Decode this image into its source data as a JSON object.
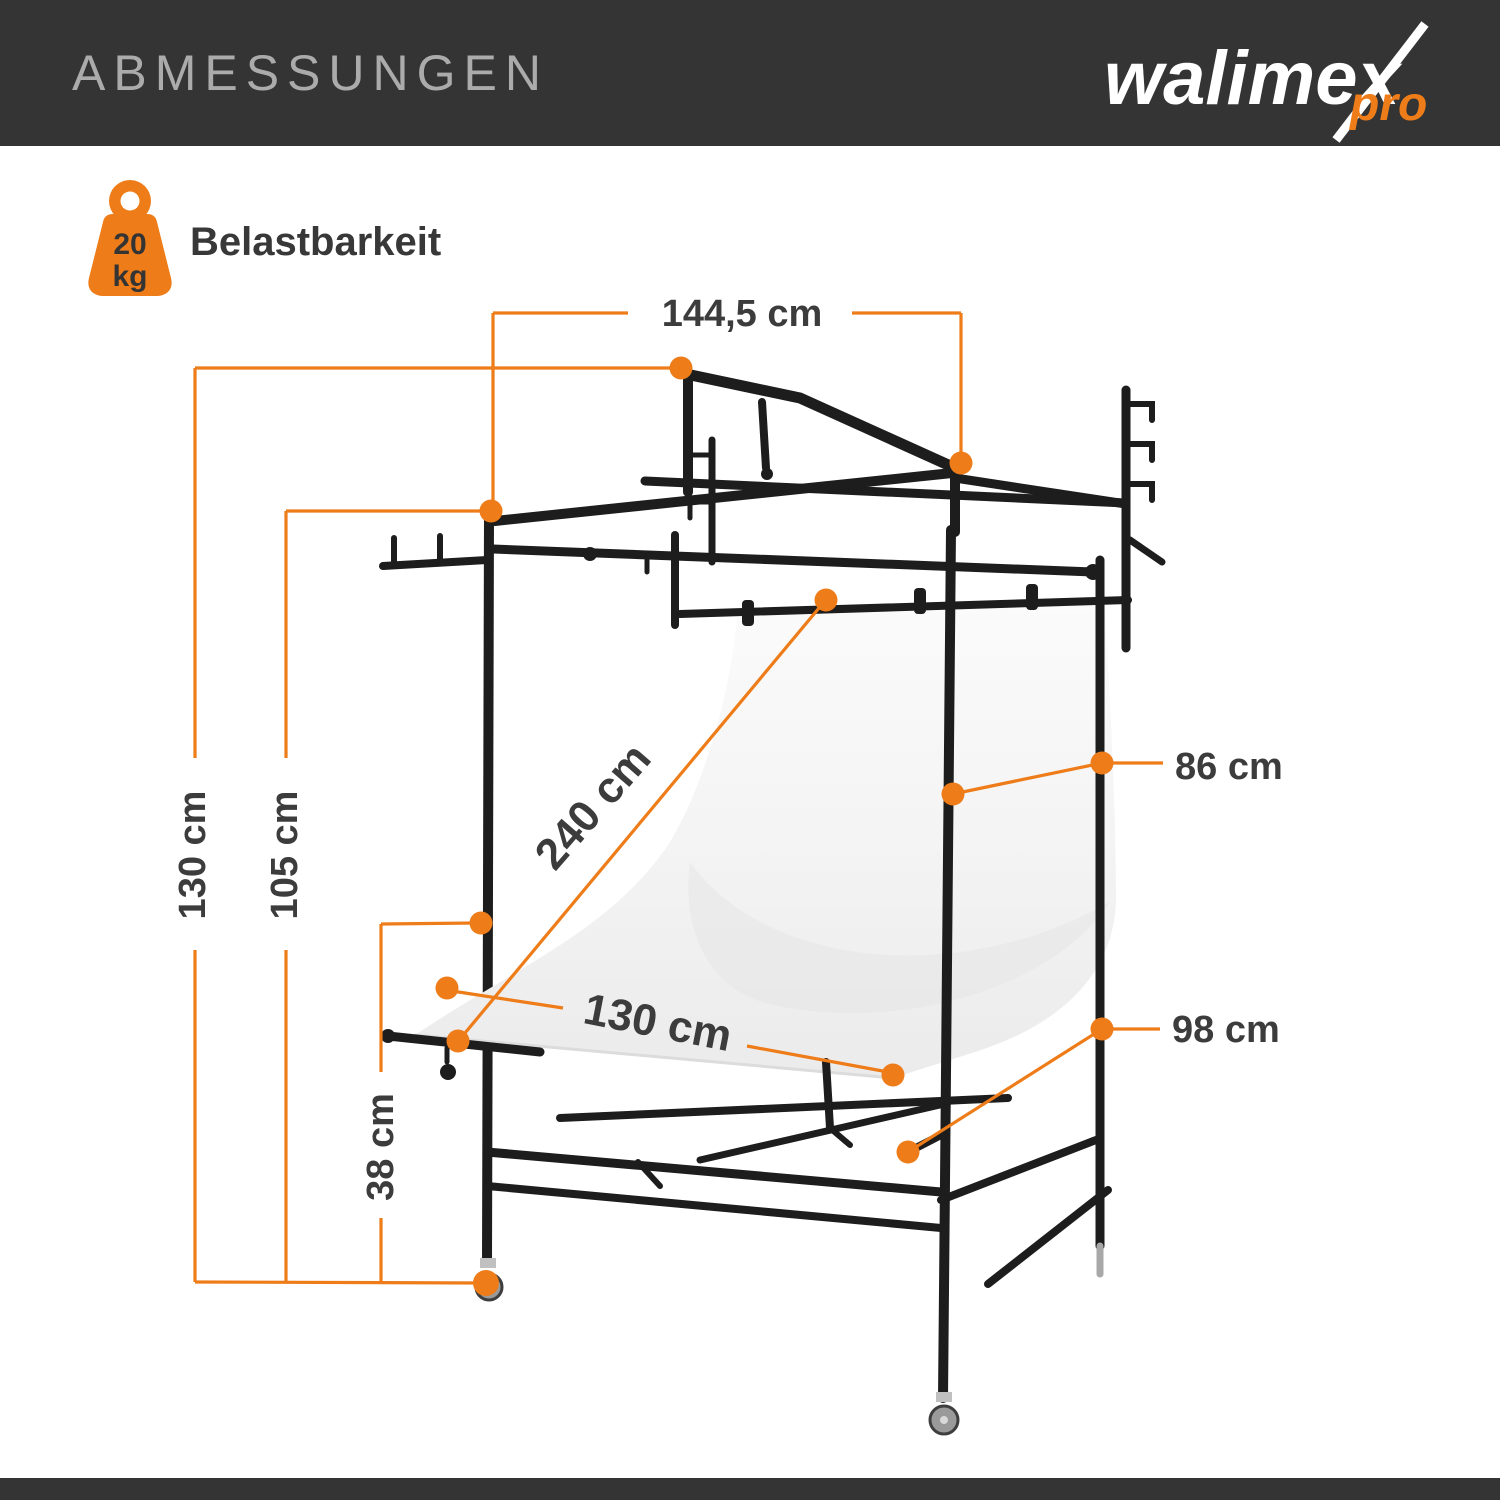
{
  "header": {
    "title": "ABMESSUNGEN",
    "brand": "walimex",
    "brand_suffix": "pro"
  },
  "load_capacity": {
    "value": "20",
    "unit": "kg",
    "label": "Belastbarkeit"
  },
  "dimensions": {
    "top_width": "144,5 cm",
    "total_height": "130 cm",
    "frame_height": "105 cm",
    "table_height": "38 cm",
    "background_length": "240 cm",
    "table_width": "130 cm",
    "top_depth": "86 cm",
    "base_depth": "98 cm"
  },
  "colors": {
    "accent": "#EE7C19",
    "header_bg": "#343434",
    "header_text": "#ABABAB",
    "label_text": "#3C3C3C",
    "product": "#1D1D1D"
  }
}
